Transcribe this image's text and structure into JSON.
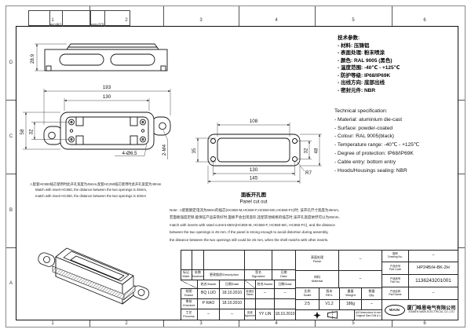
{
  "sheet": {
    "columns": [
      "1",
      "2",
      "3",
      "4",
      "5",
      "6"
    ],
    "rows": [
      "D",
      "C",
      "B",
      "A"
    ],
    "corner_stamp": {
      "date_label": "日期/Date",
      "name_label": "姓名/Name"
    }
  },
  "tech_params_cn": {
    "title": "技术参数:",
    "items": [
      "- 材料: 压铸铝",
      "- 表面处理: 粉末喷涂",
      "- 颜色: RAL 9005 (黑色)",
      "- 温度范围: -40℃ - +125℃",
      "- 防护等级: IP68/IP69K",
      "- 出线方向: 底部出线",
      "- 密封元件: NBR"
    ]
  },
  "tech_spec_en": {
    "title": "Technical specification:",
    "items": [
      "- Material: aluminium die-cast",
      "- Surface: powder-coated",
      "- Colour: RAL 9005(black)",
      "- Temperature range: -40℃ - +125℃",
      "- Degree of protection: IP68/IP69K",
      "- Cable entry: bottom entry",
      "- Hoods/Housings sealing: NBR"
    ]
  },
  "views": {
    "side": {
      "dim_height": "28.9"
    },
    "top": {
      "dim_total_width": "193",
      "dim_inner_width": "130",
      "dim_height": "58",
      "dim_screw_spacing": "32",
      "label_holes": "4-Ø6.5",
      "label_threads": "2-M4"
    },
    "panel_cutout": {
      "dim_opening_width": "108",
      "dim_opening_height": "35",
      "dim_screw_v": "32",
      "dim_height": "48",
      "dim_screw_h": "130",
      "dim_total_width": "145",
      "label_radius": "R7",
      "caption_cn": "面板开孔图",
      "caption_en": "Panel cut out"
    }
  },
  "note_small": {
    "lines": [
      "⚠配套HC650插芯使用时此开孔宽度为45mm,配套HC250插芯使用时此开孔宽度为40mm",
      "Match with insert HC650, the distance between the two openings is 45mm,",
      "match with insert HC250, the distance between the two openings is 40mm"
    ]
  },
  "note_main": {
    "lines": [
      "Note: ⚠配套额定电流为650A的插芯(HC650-M,HC650-F,HC650-MC,HC650-FC)时, 该开孔尺寸宽度为45mm,",
      "若面板强度足够,能保证产品安装好时,面板不会出现变形,连配其他规格的插芯时,该开孔宽度依然可以为45mm,",
      "match with inserts with rated current 650A(HC650-M, HC650-F, HC650-MC, HC650-FC), and the distance",
      "between the two openings is 45 mm. If the panel is strong enough to avoid distortion during assembly,",
      "the distance between the two openings still could be 45 mm, when the shell matchs with other inserts."
    ]
  },
  "title_block": {
    "rev_headers": {
      "mark": "标记\nMark",
      "number": "处数\nNumber",
      "description": "更改描述/Description",
      "signature": "签名\nSignature",
      "date": "日期\nDate",
      "name_sub": "姓名/Name",
      "date_sub": "日期/Date"
    },
    "rows": {
      "drawn": {
        "label": "绘图\nDrawn",
        "name": "BQ LUO",
        "date": "18.10.2010"
      },
      "checked": {
        "label": "审核\nChecked",
        "name": "P RAO",
        "date": "18.10.2010"
      },
      "process": {
        "label": "工艺\nProcess",
        "name": "–",
        "date": "–"
      },
      "stand": {
        "label": "标准化\nStand.",
        "name": "–",
        "date": "–"
      },
      "approved": {
        "label": "批准\nApproved",
        "name": "YY LIN",
        "date": "18.10.2010"
      }
    },
    "info": {
      "finish_label": "表面处理\nFinish",
      "finish_value": "–",
      "material_label": "材料\nMaterial",
      "material_value": "–",
      "scale_label": "比例\nScale",
      "scale_value": "2:5",
      "rev_label": "版本\nREV.",
      "rev_value": "V1.2",
      "weight_label": "重量\nWeight",
      "weight_value": "186g",
      "qty_label": "数量\nQty.",
      "qty_value": "–",
      "dims_note": "All Dimensions in mm\nOriginal Size DIN A 4"
    },
    "product": {
      "drawing_no_label": "图号\nDrawing No.",
      "drawing_no": "–",
      "part_code_label": "产品代号\nPart Code",
      "part_code": "HP24B/H-BK-2H",
      "part_no_label": "产品序号\nPart No.",
      "part_no": "1136243201001",
      "part_name_label": "产品名称\nPart Name",
      "part_name": "–"
    },
    "company": {
      "logo": "WAIN",
      "name_cn": "厦门唯恩电气有限公司",
      "name_en": "XIAMEN WAIN ELECTRICAL CO.,LTD"
    }
  }
}
